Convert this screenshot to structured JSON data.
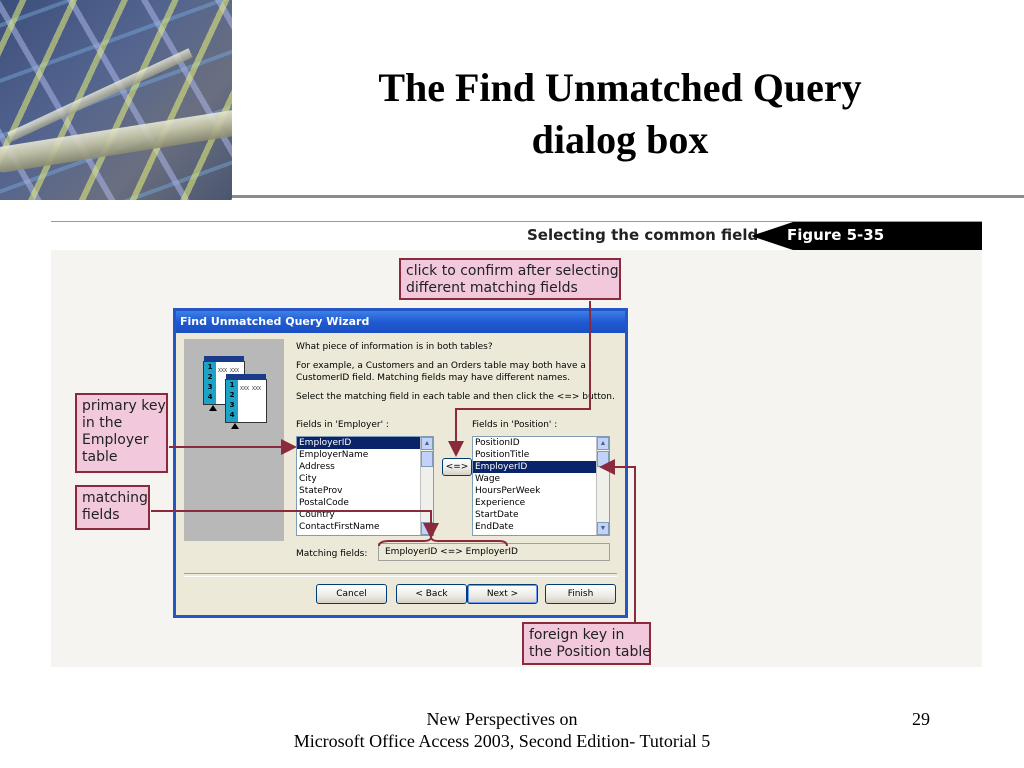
{
  "slide": {
    "title_line1": "The Find Unmatched Query",
    "title_line2": "dialog box",
    "footer_line1": "New Perspectives on",
    "footer_line2": "Microsoft Office Access 2003, Second Edition- Tutorial 5",
    "page_number": "29"
  },
  "figure": {
    "caption": "Selecting the common field",
    "label": "Figure 5-35"
  },
  "callouts": {
    "confirm": [
      "click to confirm after selecting",
      "different matching fields"
    ],
    "primary_key": [
      "primary key",
      "in the",
      "Employer",
      "table"
    ],
    "matching": [
      "matching",
      "fields"
    ],
    "foreign_key": [
      "foreign key in",
      "the Position table"
    ]
  },
  "dialog": {
    "title": "Find Unmatched Query Wizard",
    "question": "What piece of information is in both tables?",
    "example_line1": "For example, a Customers and an Orders table may both have a",
    "example_line2": "CustomerID field. Matching fields may have different names.",
    "instruction": "Select the matching field in each table and then click the <=> button.",
    "left_list_label": "Fields in 'Employer' :",
    "right_list_label": "Fields in 'Position' :",
    "left_fields": [
      "EmployerID",
      "EmployerName",
      "Address",
      "City",
      "StateProv",
      "PostalCode",
      "Country",
      "ContactFirstName"
    ],
    "right_fields": [
      "PositionID",
      "PositionTitle",
      "EmployerID",
      "Wage",
      "HoursPerWeek",
      "Experience",
      "StartDate",
      "EndDate"
    ],
    "left_selected": "EmployerID",
    "right_selected": "EmployerID",
    "match_button": "<=>",
    "matching_label": "Matching fields:",
    "matching_value": "EmployerID <=> EmployerID",
    "buttons": {
      "cancel": "Cancel",
      "back": "< Back",
      "next": "Next >",
      "finish": "Finish"
    },
    "icon_numbers": [
      "1",
      "2",
      "3",
      "4"
    ],
    "icon_cells": "XXX XXX"
  },
  "colors": {
    "callout_fill": "#f1c8dc",
    "callout_border": "#8b2a3c",
    "dialog_title": "#1f5ad3",
    "selection": "#0a246a"
  }
}
